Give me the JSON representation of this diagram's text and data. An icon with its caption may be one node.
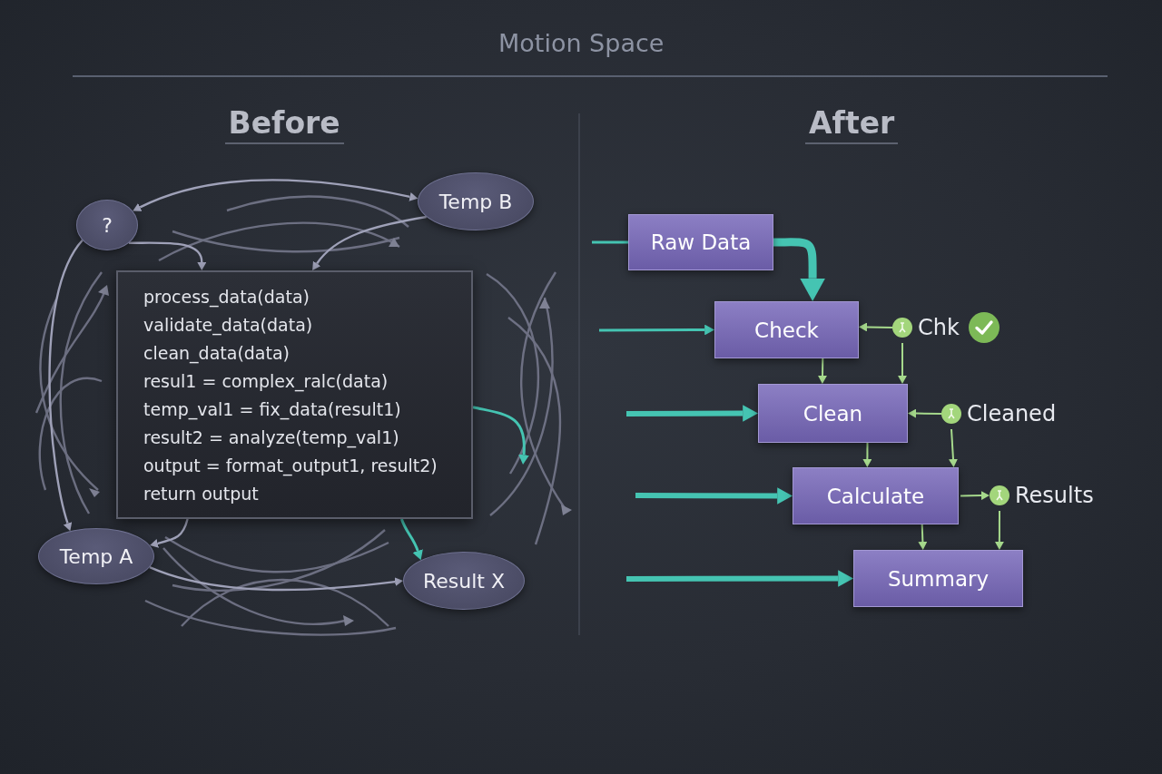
{
  "diagram": {
    "title": "Motion Space",
    "nodes": [
      {
        "text": [
          "?"
        ]
      },
      {
        "text": [
          "Temp B"
        ]
      },
      {
        "text": [
          "process_data(data)",
          "validate_data(data)",
          "clean_data(data)",
          "resul1 = complex_ralc(data)",
          "temp_val1 = fix_data(result1)",
          "result2 = analyze(temp_val1)",
          "output = format_output1, result2)",
          "return output"
        ]
      },
      {
        "text": [
          "Temp A"
        ]
      },
      {
        "text": [
          "Result X"
        ]
      },
      {
        "text": [
          "Raw Data"
        ]
      },
      {
        "text": [
          "Check"
        ]
      },
      {
        "text": [
          "Clean"
        ]
      },
      {
        "text": [
          "Calculate"
        ]
      },
      {
        "text": [
          "Summary"
        ]
      },
      {
        "text": [
          "Chk"
        ]
      },
      {
        "text": [
          "Cleaned"
        ]
      },
      {
        "text": [
          "Results"
        ]
      }
    ],
    "edges": [
      {
        "from": 0,
        "to": 1,
        "arrow": "both",
        "color": "#9fa1b8"
      },
      {
        "from": 1,
        "to": 2,
        "arrow": "to",
        "color": "#9fa1b8"
      },
      {
        "from": 0,
        "to": 2,
        "arrow": "to",
        "color": "#9fa1b8"
      },
      {
        "from": 0,
        "to": 3,
        "arrow": "to",
        "color": "#9fa1b8"
      },
      {
        "from": 2,
        "to": 3,
        "arrow": "to",
        "color": "#9fa1b8"
      },
      {
        "from": 2,
        "to": 4,
        "arrow": "to",
        "color": "#45c4b2"
      },
      {
        "from": 3,
        "to": 4,
        "arrow": "to",
        "color": "#9fa1b8"
      },
      {
        "from": null,
        "to": 5,
        "arrow": "none",
        "color": "#45c4b2"
      },
      {
        "from": 5,
        "to": 6,
        "arrow": "to",
        "style": "thick",
        "color": "#45c4b2"
      },
      {
        "from": null,
        "to": 6,
        "arrow": "to",
        "color": "#45c4b2"
      },
      {
        "from": 10,
        "to": 6,
        "arrow": "to"
      },
      {
        "from": 6,
        "to": 7,
        "arrow": "to"
      },
      {
        "from": 10,
        "to": 7,
        "arrow": "to"
      },
      {
        "from": null,
        "to": 7,
        "arrow": "to",
        "style": "thick",
        "color": "#45c4b2"
      },
      {
        "from": 11,
        "to": 7,
        "arrow": "to"
      },
      {
        "from": 7,
        "to": 8,
        "arrow": "to"
      },
      {
        "from": 11,
        "to": 8,
        "arrow": "to"
      },
      {
        "from": null,
        "to": 8,
        "arrow": "to",
        "style": "thick",
        "color": "#45c4b2"
      },
      {
        "from": 8,
        "to": 12,
        "arrow": "to"
      },
      {
        "from": 8,
        "to": 9,
        "arrow": "to"
      },
      {
        "from": 12,
        "to": 9,
        "arrow": "to"
      },
      {
        "from": null,
        "to": 9,
        "arrow": "to",
        "style": "thick",
        "color": "#45c4b2"
      },
      {
        "from": 2,
        "to": null,
        "arrow": "to",
        "color": "#45c4b2"
      }
    ],
    "labels": [
      "Before",
      "After"
    ]
  }
}
